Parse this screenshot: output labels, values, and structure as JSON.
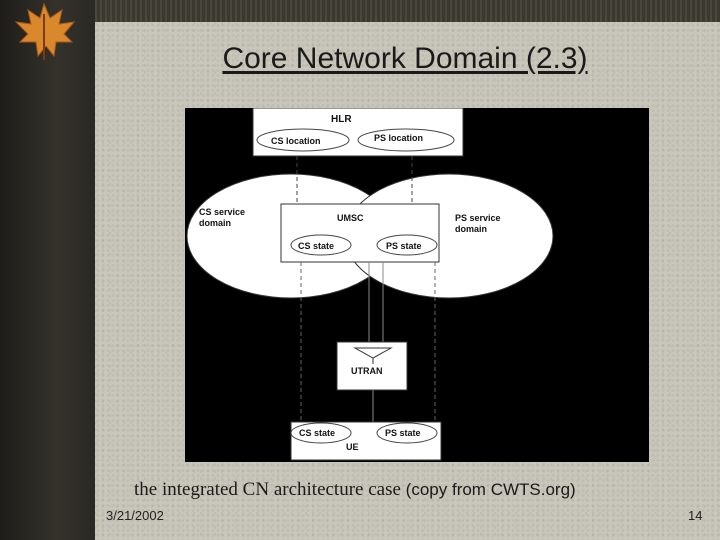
{
  "slide": {
    "title": "Core Network Domain (2.3)",
    "caption_main": "the integrated CN architecture case",
    "caption_source": "(copy from CWTS.org)",
    "date": "3/21/2002",
    "page_number": "14"
  },
  "diagram": {
    "hlr": {
      "label": "HLR",
      "cs_location": "CS location",
      "ps_location": "PS location"
    },
    "cs_domain": {
      "line1": "CS service",
      "line2": "domain"
    },
    "ps_domain": {
      "line1": "PS service",
      "line2": "domain"
    },
    "umsc": {
      "label": "UMSC",
      "cs_state": "CS state",
      "ps_state": "PS state"
    },
    "utran": {
      "label": "UTRAN"
    },
    "ue": {
      "label": "UE",
      "cs_state": "CS state",
      "ps_state": "PS state"
    }
  }
}
